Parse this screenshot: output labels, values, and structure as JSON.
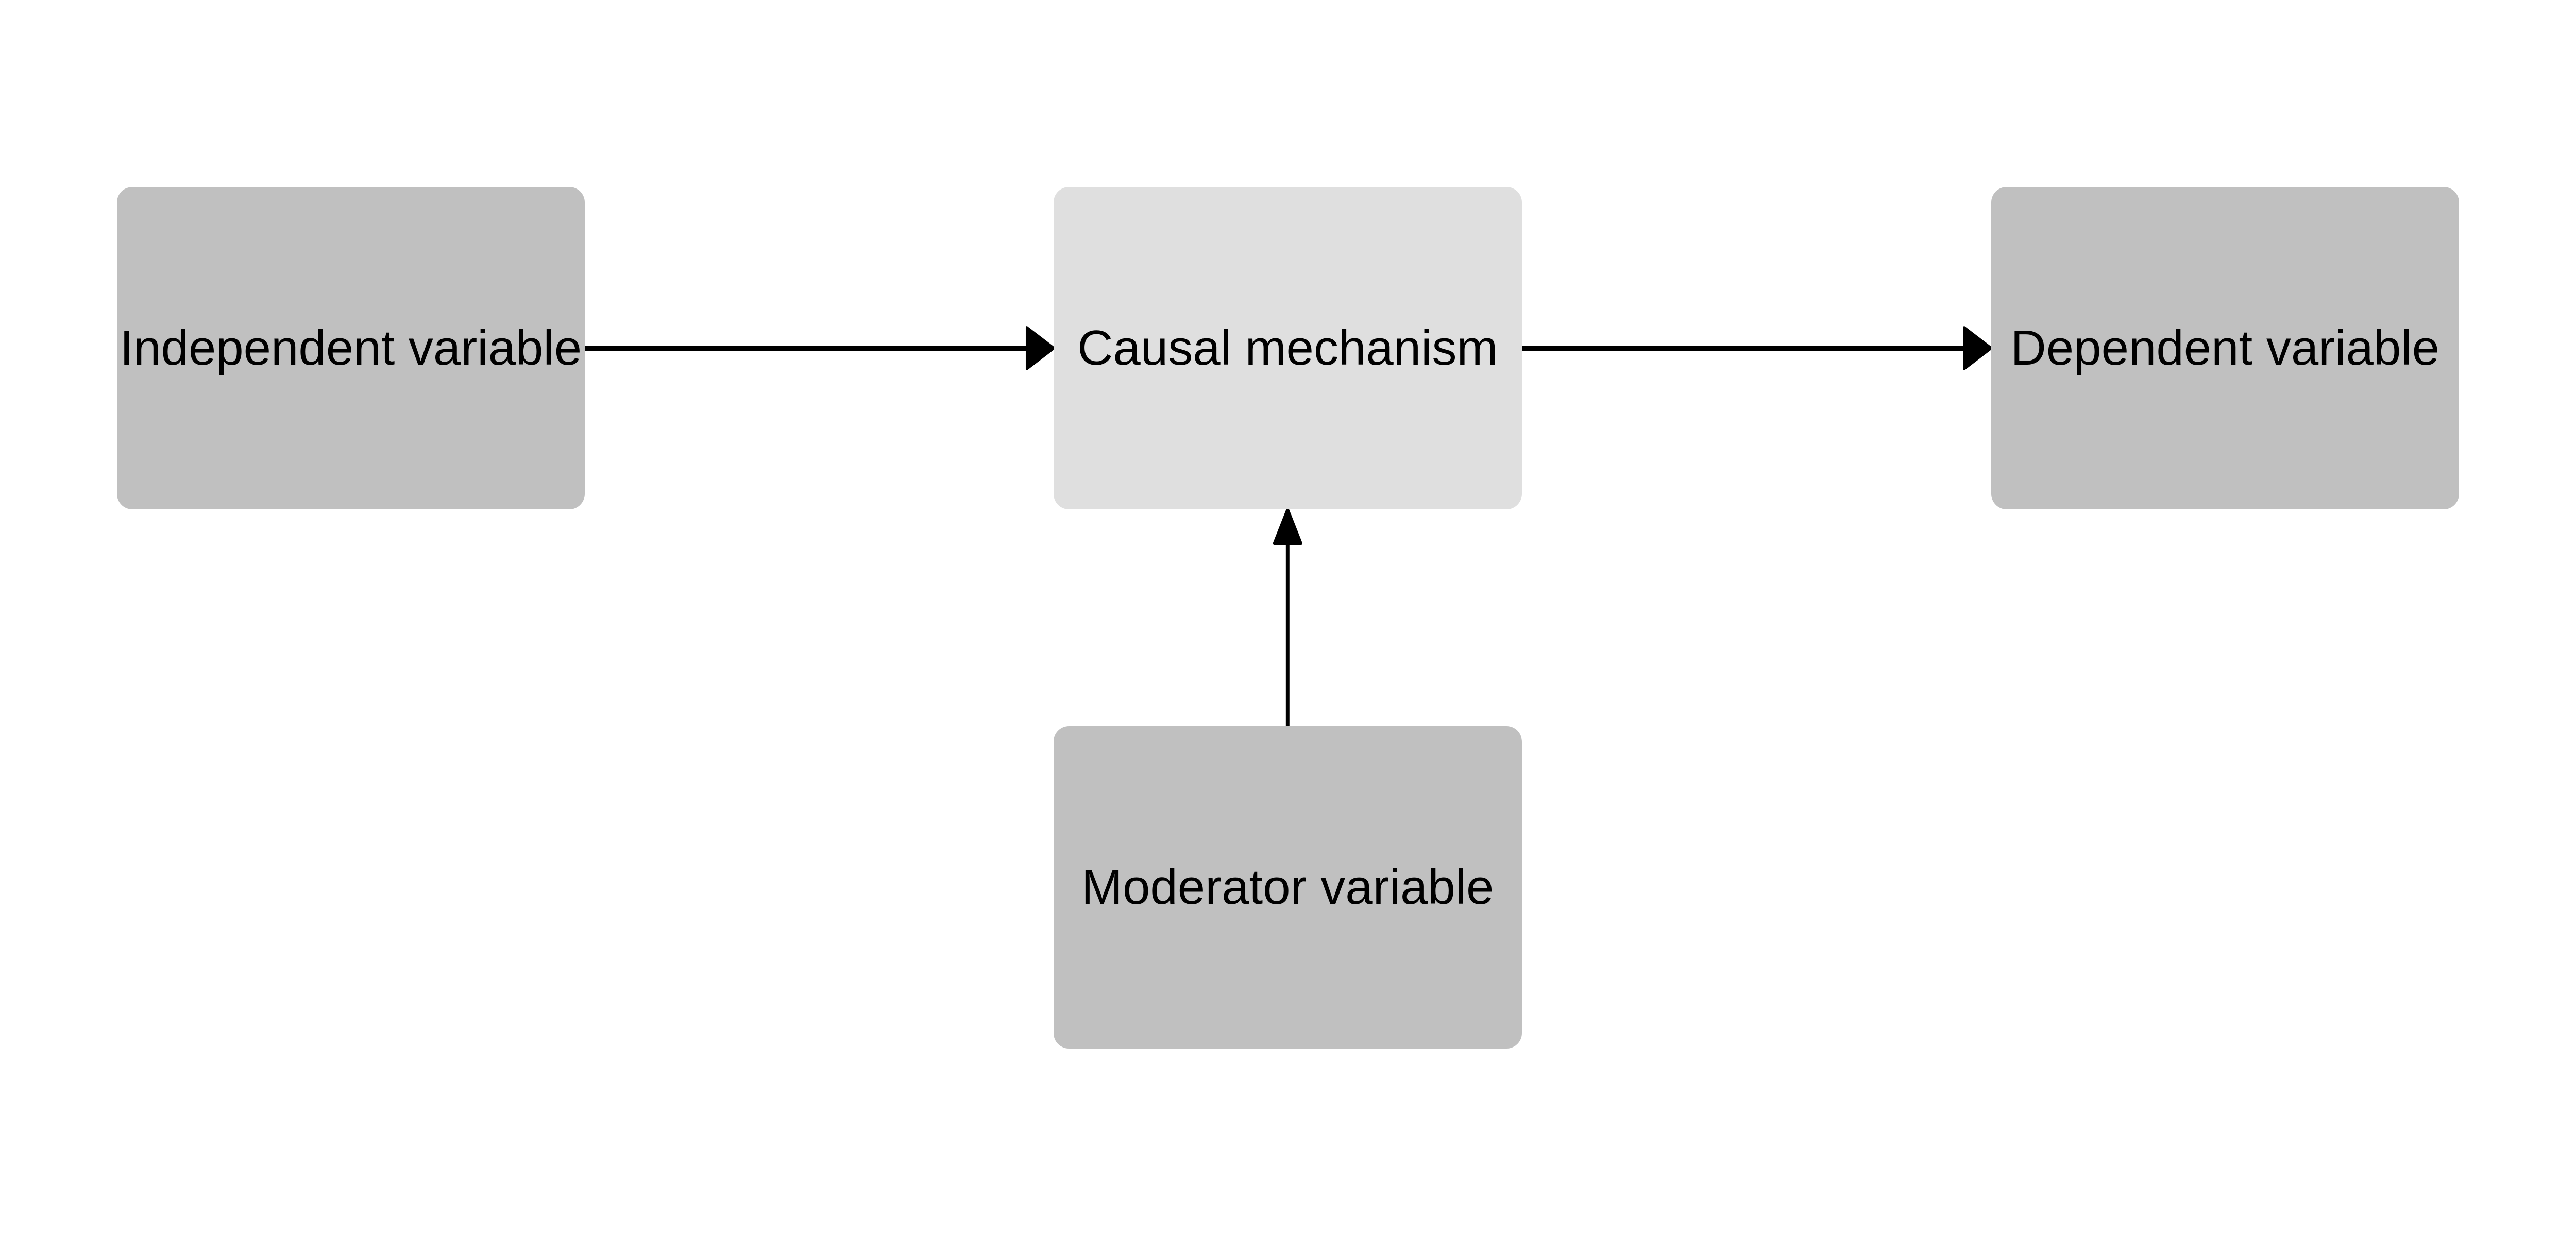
{
  "nodes": {
    "independent": {
      "label": "Independent variable",
      "color": "#c0c0c0"
    },
    "mechanism": {
      "label": "Causal mechanism",
      "color": "#dfdfdf"
    },
    "dependent": {
      "label": "Dependent variable",
      "color": "#c0c0c0"
    },
    "moderator": {
      "label": "Moderator variable",
      "color": "#c0c0c0"
    }
  },
  "edges": [
    {
      "from": "Independent variable",
      "to": "Causal mechanism"
    },
    {
      "from": "Causal mechanism",
      "to": "Dependent variable"
    },
    {
      "from": "Moderator variable",
      "to": "Causal mechanism"
    }
  ]
}
